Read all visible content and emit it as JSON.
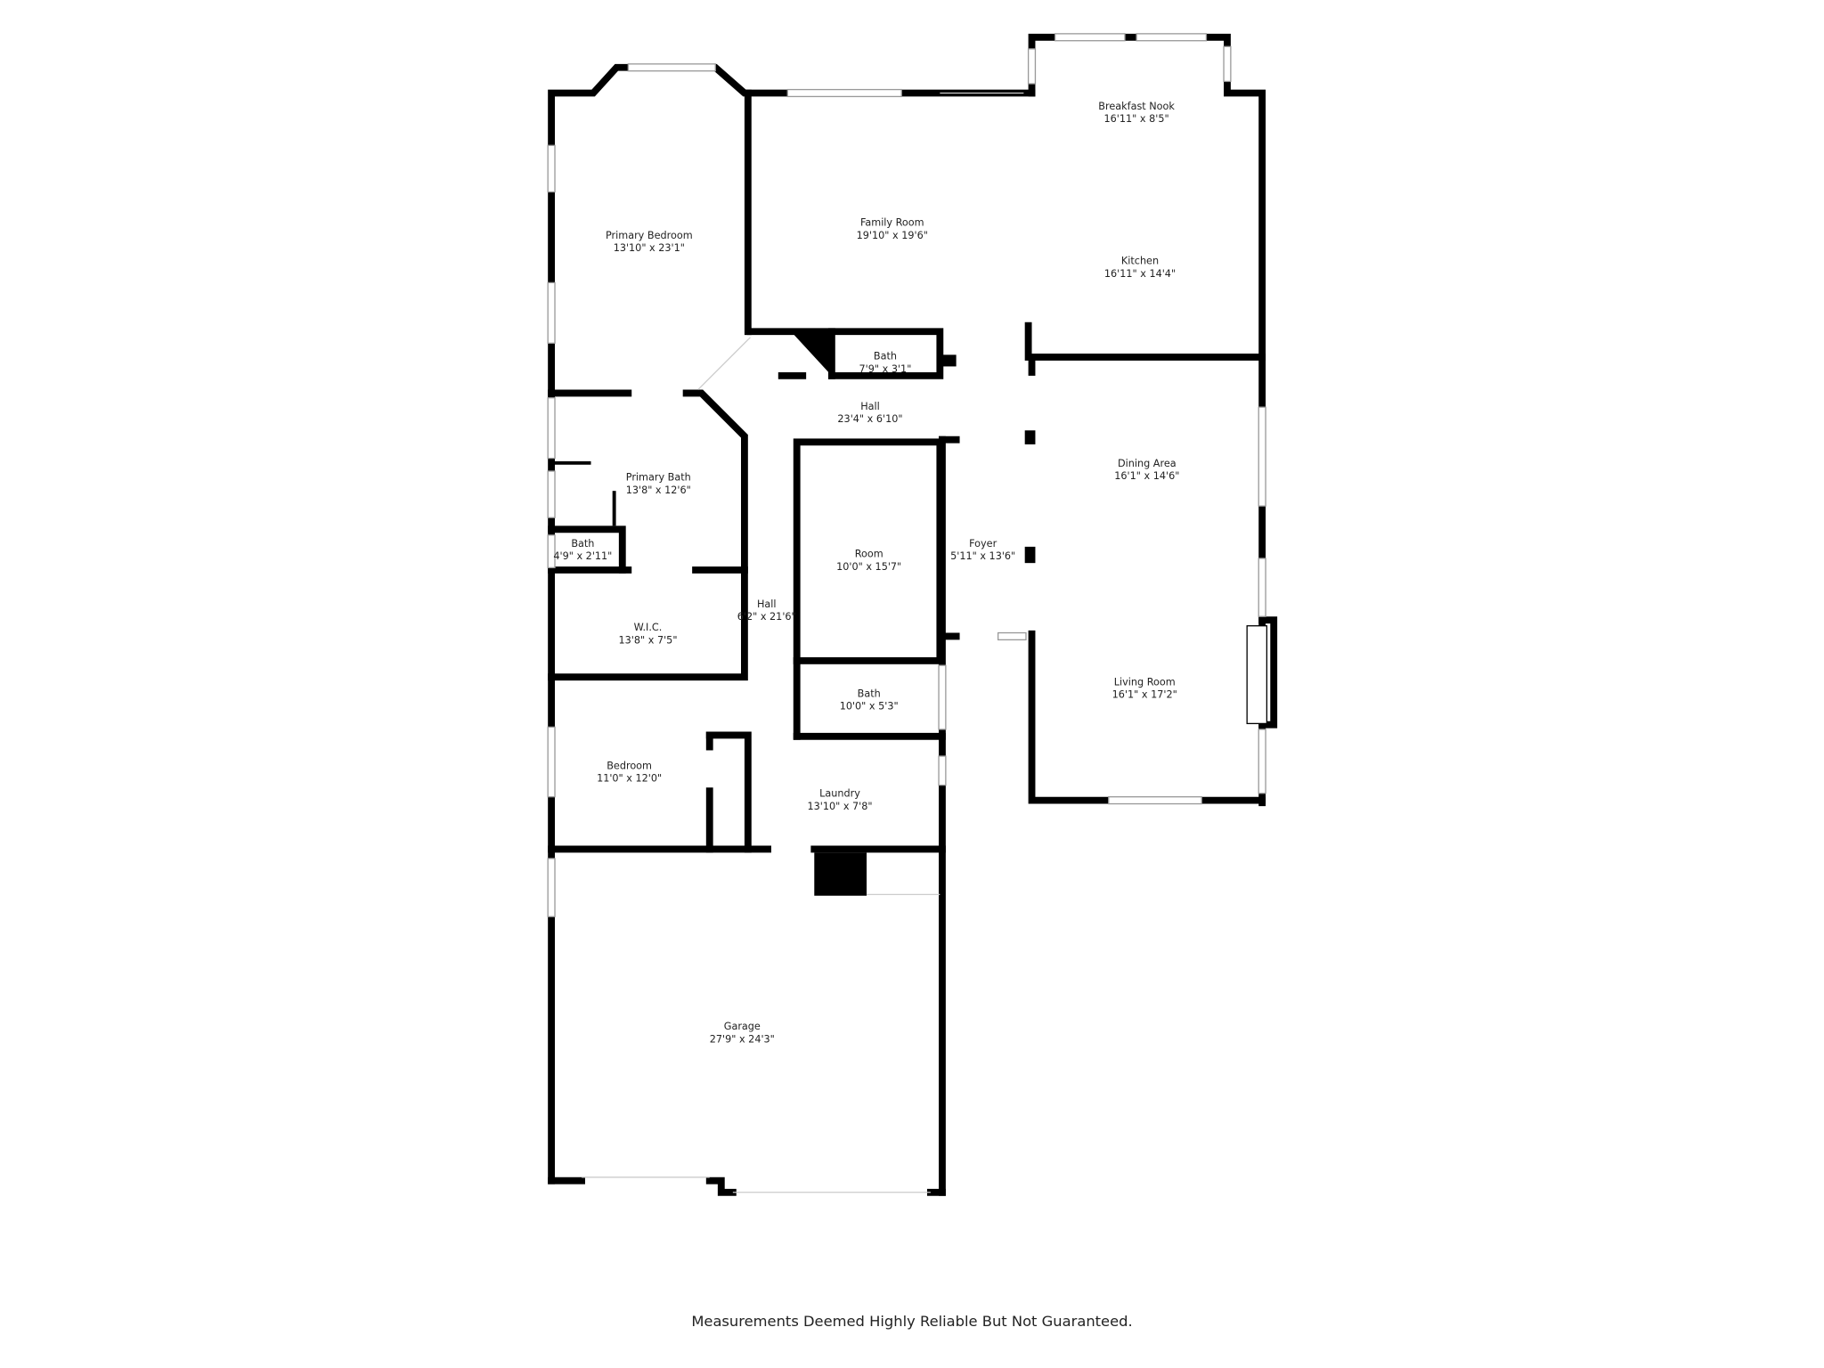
{
  "rooms": [
    {
      "name": "Primary Bedroom",
      "size": "13'10\" x 23'1\""
    },
    {
      "name": "Family Room",
      "size": "19'10\" x 19'6\""
    },
    {
      "name": "Breakfast Nook",
      "size": "16'11\" x 8'5\""
    },
    {
      "name": "Kitchen",
      "size": "16'11\" x 14'4\""
    },
    {
      "name": "Bath",
      "size": "7'9\" x 3'1\""
    },
    {
      "name": "Hall",
      "size": "23'4\" x 6'10\""
    },
    {
      "name": "Primary Bath",
      "size": "13'8\" x 12'6\""
    },
    {
      "name": "Bath",
      "size": "4'9\" x 2'11\""
    },
    {
      "name": "Room",
      "size": "10'0\" x 15'7\""
    },
    {
      "name": "Foyer",
      "size": "5'11\" x 13'6\""
    },
    {
      "name": "Dining Area",
      "size": "16'1\" x 14'6\""
    },
    {
      "name": "W.I.C.",
      "size": "13'8\" x 7'5\""
    },
    {
      "name": "Hall",
      "size": "6'2\" x 21'6\""
    },
    {
      "name": "Bath",
      "size": "10'0\" x 5'3\""
    },
    {
      "name": "Living Room",
      "size": "16'1\" x 17'2\""
    },
    {
      "name": "Bedroom",
      "size": "11'0\" x 12'0\""
    },
    {
      "name": "Laundry",
      "size": "13'10\" x 7'8\""
    },
    {
      "name": "Garage",
      "size": "27'9\" x 24'3\""
    }
  ],
  "footer": "Measurements Deemed Highly Reliable But Not Guaranteed."
}
